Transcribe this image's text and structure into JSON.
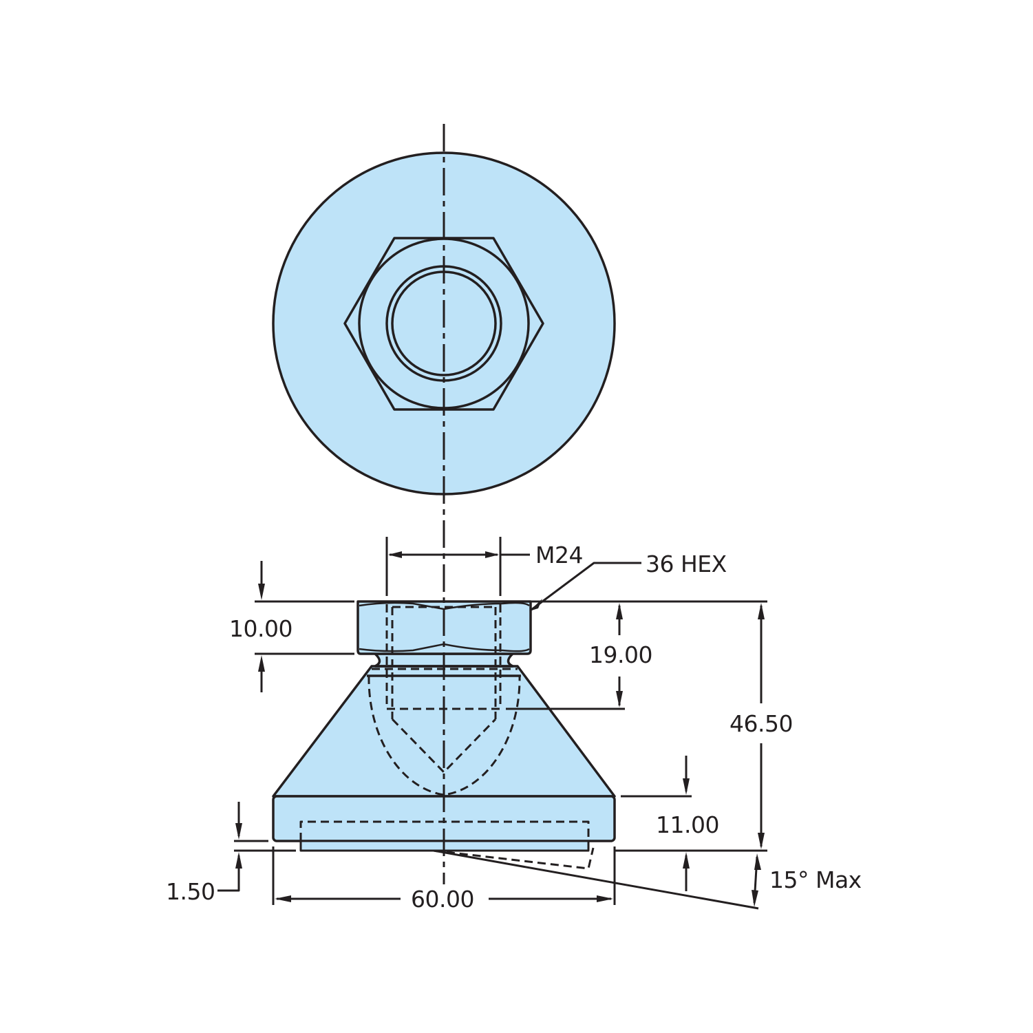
{
  "drawing": {
    "title": "Leveling foot with swivel pad and hex nut",
    "colors": {
      "fill": "#bee3f8",
      "stroke": "#231f20",
      "background": "#ffffff"
    },
    "views": [
      "top-view",
      "front-view"
    ]
  },
  "dimensions": {
    "thread": "M24",
    "hex": "36 HEX",
    "nut_height": "10.00",
    "thread_depth": "19.00",
    "overall_height": "46.50",
    "base_height": "11.00",
    "pad_thickness": "1.50",
    "base_diameter": "60.00",
    "tilt_angle": "15° Max"
  }
}
